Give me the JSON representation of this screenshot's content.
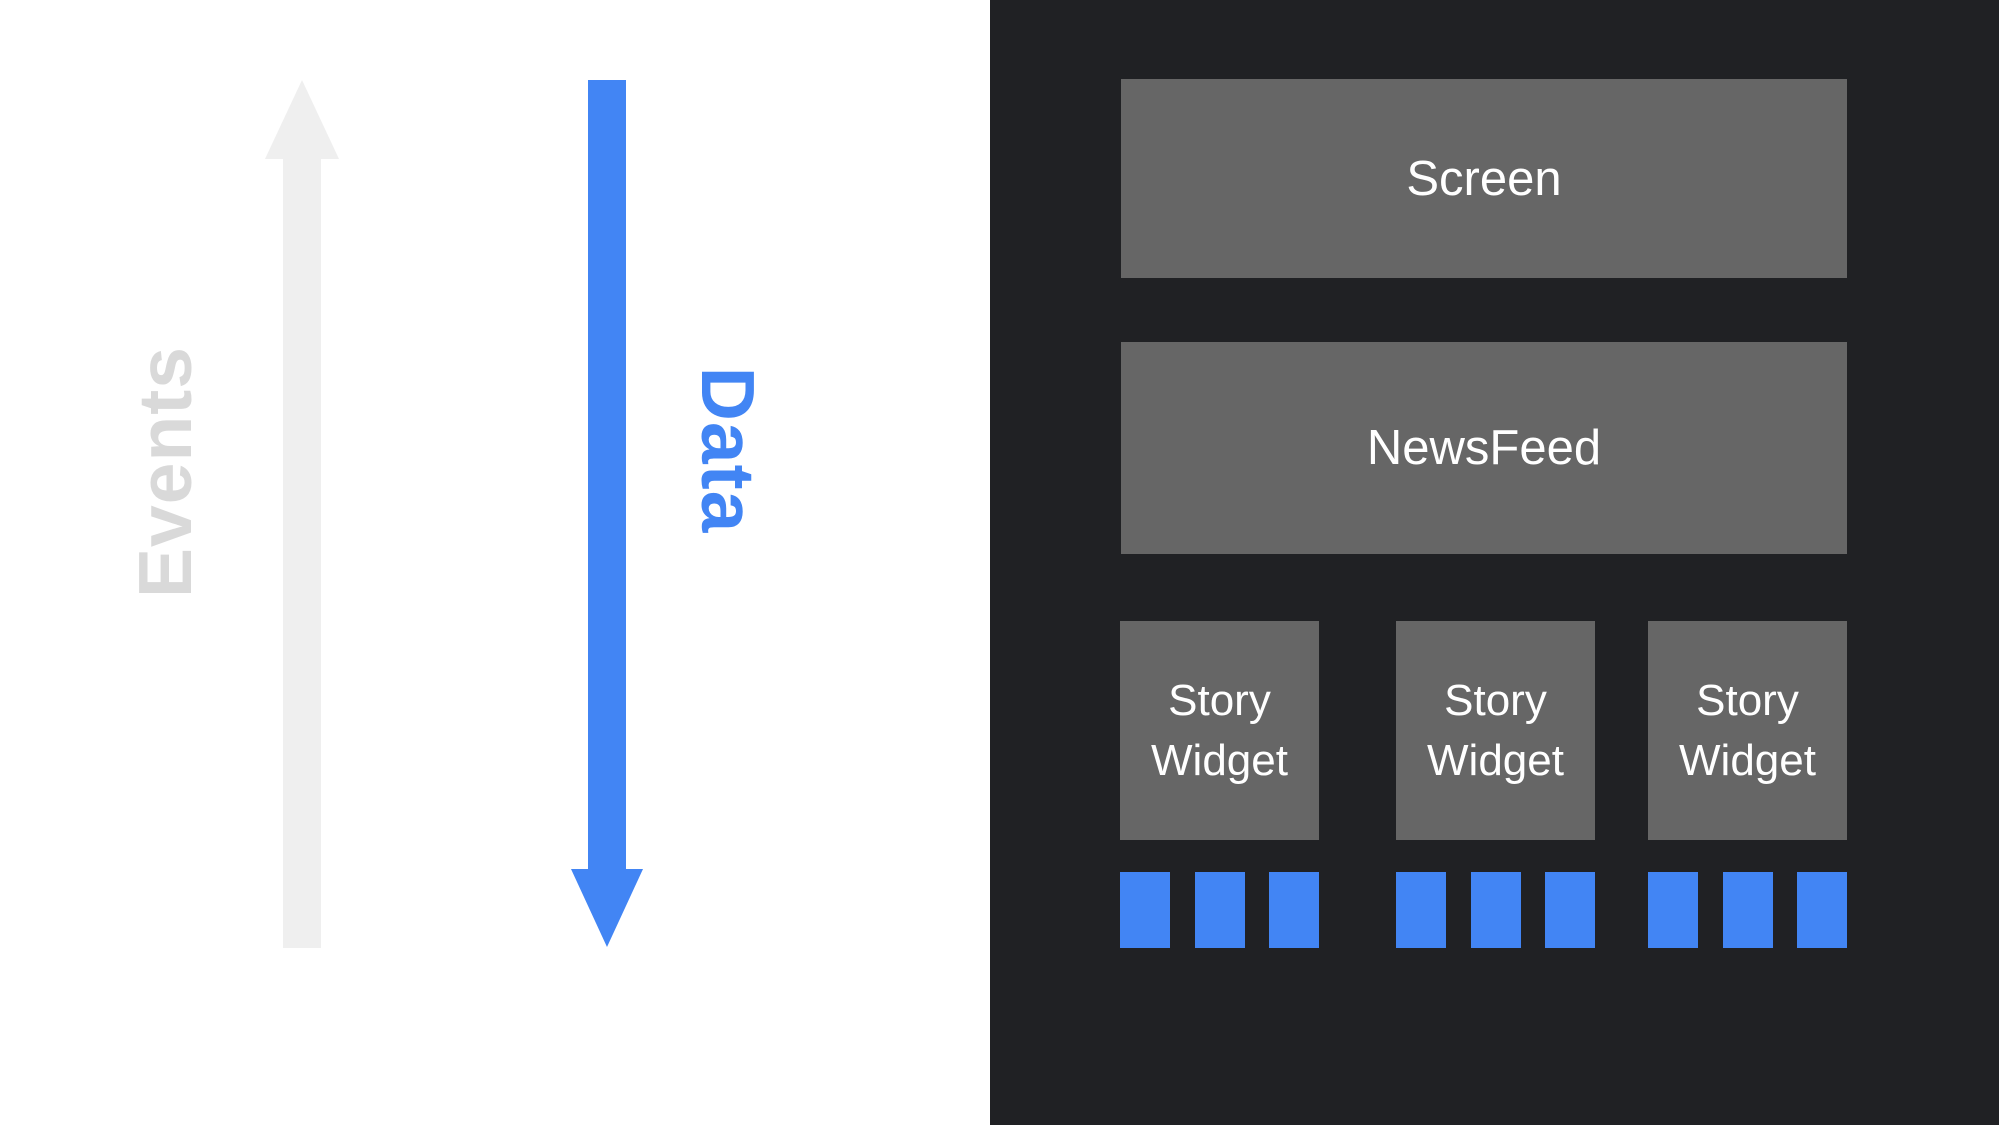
{
  "diagram": {
    "left_panel": {
      "events_axis": {
        "label": "Events",
        "direction": "up",
        "label_color": "#d9d9d9",
        "arrow_color": "#efefef"
      },
      "data_axis": {
        "label": "Data",
        "direction": "down",
        "color": "#4285f4"
      }
    },
    "right_panel": {
      "background_color": "#202124",
      "box_color": "#666666",
      "box_text_color": "#ffffff",
      "accent_color": "#4285f4",
      "screen_box": {
        "label": "Screen"
      },
      "newsfeed_box": {
        "label": "NewsFeed"
      },
      "story_widgets": [
        {
          "label": "Story Widget"
        },
        {
          "label": "Story Widget"
        },
        {
          "label": "Story Widget"
        }
      ],
      "data_blocks_per_widget": 3
    }
  }
}
